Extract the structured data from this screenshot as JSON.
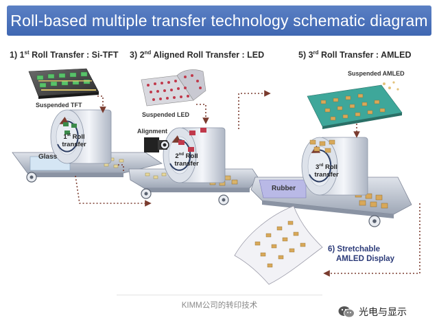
{
  "title": "Roll-based multiple transfer technology schematic diagram",
  "steps": {
    "s1": {
      "num": "1) 1",
      "sup": "st",
      "text": " Roll Transfer : Si-TFT"
    },
    "s3": {
      "num": "3) 2",
      "sup": "nd",
      "text": " Aligned Roll Transfer : LED"
    },
    "s5": {
      "num": "5) 3",
      "sup": "rd",
      "text": " Roll Transfer : AMLED"
    },
    "s6": {
      "line1": "6) Stretchable",
      "line2": "AMLED Display"
    }
  },
  "labels": {
    "suspended_tft": "Suspended TFT",
    "suspended_led": "Suspended LED",
    "suspended_amled": "Suspended AMLED",
    "glass": "Glass",
    "alignment": "Alignment",
    "rubber": "Rubber"
  },
  "rolls": {
    "r1": {
      "pre": "1",
      "sup": "st",
      "post": " Roll\ntransfer"
    },
    "r2": {
      "pre": "2",
      "sup": "nd",
      "post": " Roll\ntransfer"
    },
    "r3": {
      "pre": "3",
      "sup": "rd",
      "post": " Roll\ntransfer"
    }
  },
  "caption": "KIMM公司的转印技术",
  "brand": "光电与显示",
  "colors": {
    "banner": "#4a72bb",
    "green_tile": "#59c26a",
    "red_tile": "#c0394b",
    "teal_board": "#3ea79a",
    "rubber": "#b9b9e6",
    "arrow": "#7a3b2e"
  }
}
